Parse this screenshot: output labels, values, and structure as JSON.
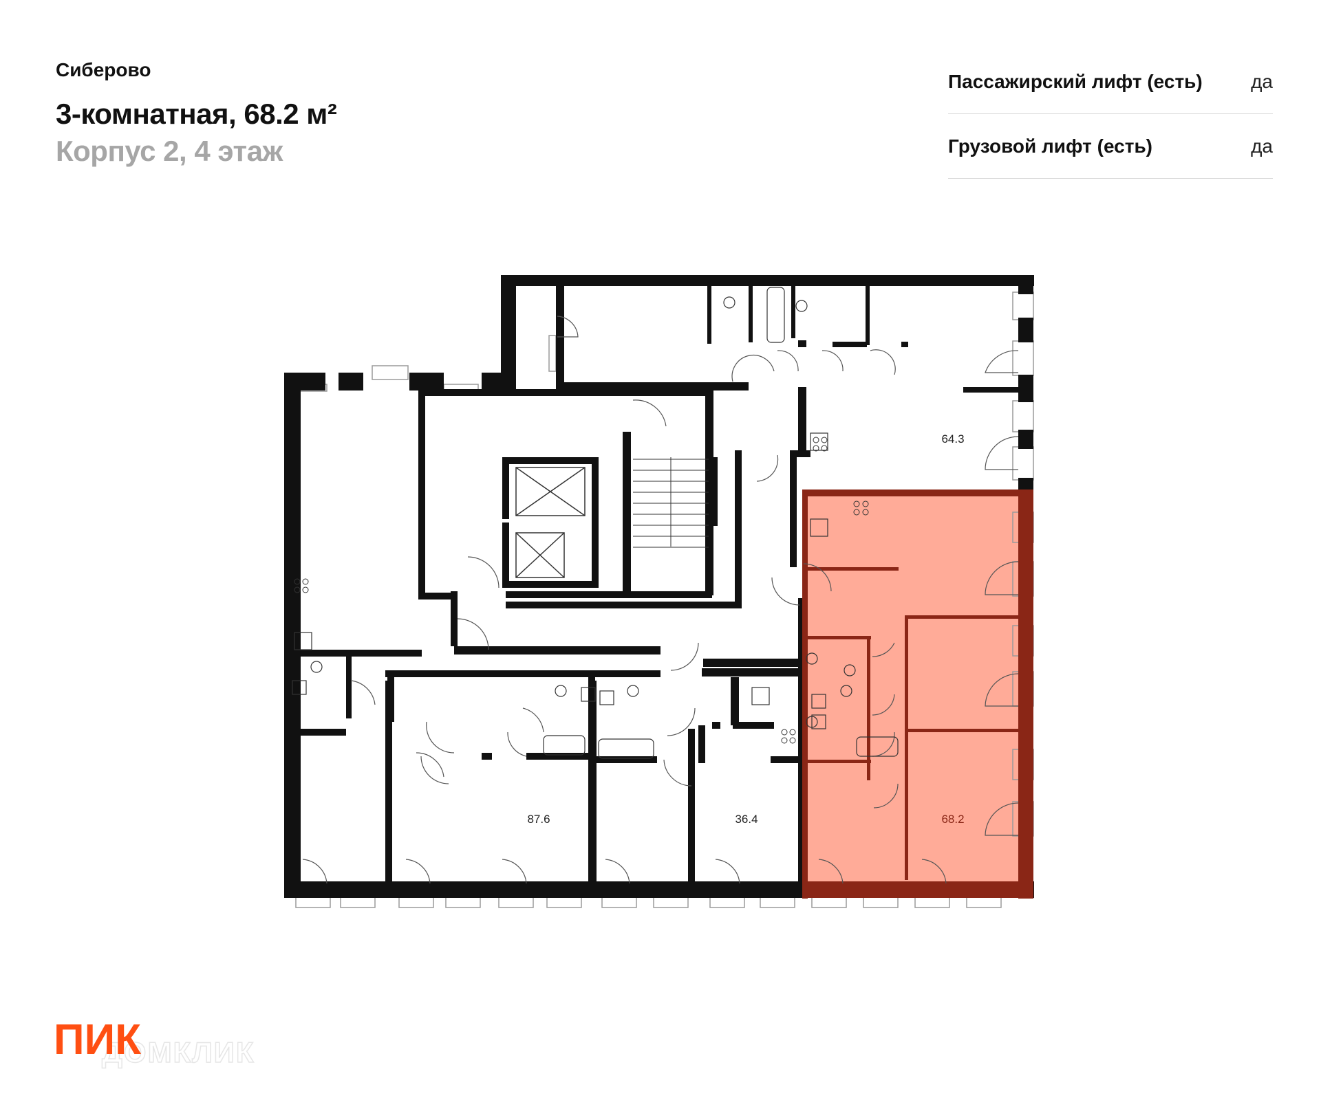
{
  "header": {
    "project": "Сиберово",
    "title": "3-комнатная, 68.2 м²",
    "subtitle": "Корпус 2, 4 этаж"
  },
  "specs": [
    {
      "label": "Пассажирский лифт (есть)",
      "value": "да"
    },
    {
      "label": "Грузовой лифт (есть)",
      "value": "да"
    }
  ],
  "plan": {
    "apartments": [
      {
        "area": "64.3"
      },
      {
        "area": "87.6"
      },
      {
        "area": "36.4"
      },
      {
        "area": "68.2",
        "selected": true
      }
    ],
    "colors": {
      "wall": "#111111",
      "selected_fill": "#ffab98",
      "selected_wall": "#8a2616"
    }
  },
  "brand": {
    "logo": "ПИК",
    "watermark": "ДОМКЛИК",
    "color": "#ff4f12"
  }
}
